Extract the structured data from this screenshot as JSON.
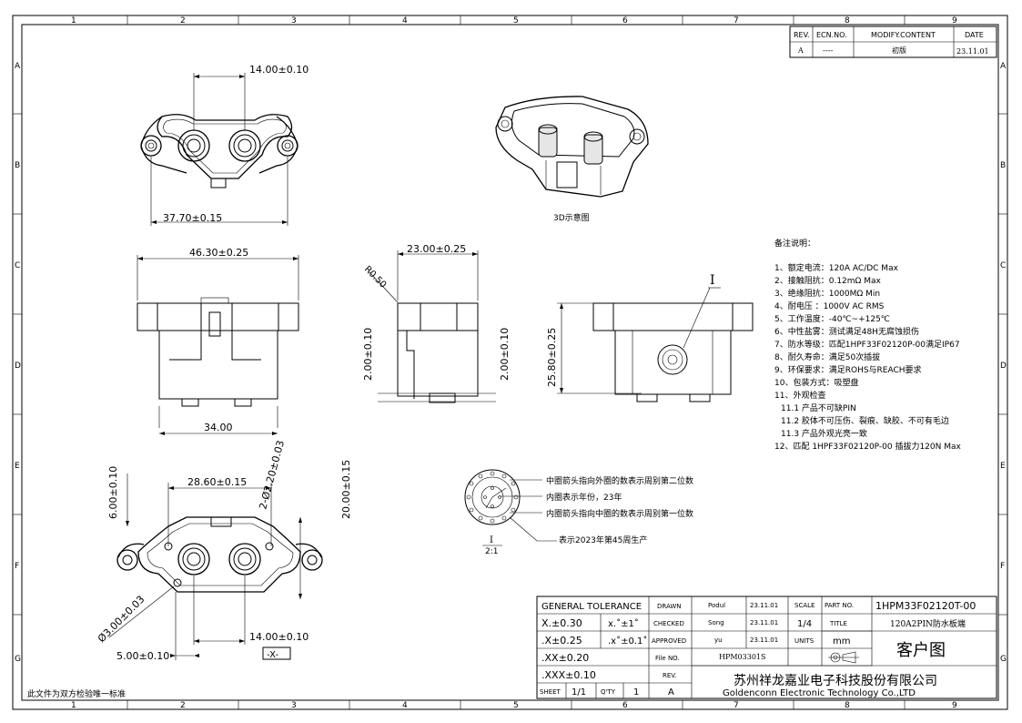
{
  "frame": {
    "col_numbers": [
      "1",
      "2",
      "3",
      "4",
      "5",
      "6",
      "7",
      "8",
      "9"
    ],
    "row_letters": [
      "A",
      "B",
      "C",
      "D",
      "E",
      "F",
      "G"
    ]
  },
  "revision_table": {
    "headers": [
      "REV.",
      "ECN.NO.",
      "MODIFY.CONTENT",
      "DATE"
    ],
    "row": [
      "A",
      "----",
      "初版",
      "23.11.01"
    ]
  },
  "views": {
    "top": {
      "dim_top": "14.00±0.10",
      "dim_bottom": "37.70±0.15"
    },
    "iso_caption": "3D示意图",
    "front": {
      "dim_top": "46.30±0.25",
      "dim_bottom": "34.00"
    },
    "side": {
      "dim_top": "23.00±0.25",
      "radius": "R0.50",
      "dim_left": "2.00±0.10",
      "dim_right": "2.00±0.10"
    },
    "right": {
      "dim_height": "25.80±0.25",
      "callout": "I"
    },
    "bottom": {
      "dim_pitch": "28.60±0.15",
      "dim_holes": "2-Ø2.20±0.03",
      "dim_width_v": "20.00±0.15",
      "dim_6": "6.00±0.10",
      "dim_pin": "Ø3.00±0.03",
      "dim_bottom_center": "14.00±0.10",
      "dim_left_offset": "5.00±0.10",
      "datum": "-X-"
    },
    "detail": {
      "label": "I",
      "scale": "2:1",
      "notes": [
        "中圈箭头指向外圈的数表示周别第二位数",
        "内圈表示年份，23年",
        "内圈箭头指向中圈的数表示周别第一位数",
        "表示2023年第45周生产"
      ]
    }
  },
  "notes": {
    "title": "备注说明：",
    "items": [
      "1、额定电流：120A AC/DC Max",
      "2、接触阻抗：0.12mΩ Max",
      "3、绝缘阻抗：1000MΩ Min",
      "4、耐电压   ：1000V AC RMS",
      "5、工作温度：-40℃~+125℃",
      "6、中性盐雾：测试满足48H无腐蚀损伤",
      "7、防水等级：匹配1HPF33F02120P-00满足IP67",
      "8、耐久寿命：满足50次插拔",
      "9、环保要求：满足ROHS与REACH要求",
      "10、包装方式：吸塑盘",
      "11、外观检查",
      "11.1 产品不可缺PIN",
      "11.2 胶体不可压伤、裂痕、缺胶、不可有毛边",
      "11.3 产品外观光亮一致",
      "12、匹配 1HPF33F02120P-00 插拔力120N Max"
    ]
  },
  "title_block": {
    "general_tolerance": "GENERAL TOLERANCE",
    "tol_rows": [
      [
        "X.±0.30",
        "x.˚±1˚"
      ],
      [
        ".X±0.25",
        ".x˚±0.1˚"
      ],
      [
        ".XX±0.20",
        ""
      ],
      [
        ".XXX±0.10",
        ""
      ]
    ],
    "drawn_label": "DRAWN",
    "drawn_by": "Podul",
    "drawn_date": "23.11.01",
    "checked_label": "CHECKED",
    "checked_by": "Song",
    "checked_date": "23.11.01",
    "approved_label": "APPROVED",
    "approved_by": "yu",
    "approved_date": "23.11.01",
    "file_label": "File NO.",
    "file_no": "HPM03301S",
    "rev_label": "REV.",
    "rev": "A",
    "scale_label": "SCALE",
    "scale": "1/4",
    "units_label": "UNITS",
    "units": "mm",
    "part_label": "PART NO.",
    "part_no": "1HPM33F02120T-00",
    "title_label": "TITLE",
    "title": "120A2PIN防水板端",
    "customer": "客户图",
    "sheet_label": "SHEET",
    "sheet": "1/1",
    "qty_label": "Q'TY",
    "qty": "1",
    "company_cn": "苏州祥龙嘉业电子科技股份有限公司",
    "company_en": "Goldenconn Electronic Technology Co.,LTD"
  },
  "footer_note": "此文件为双方检验唯一标准"
}
